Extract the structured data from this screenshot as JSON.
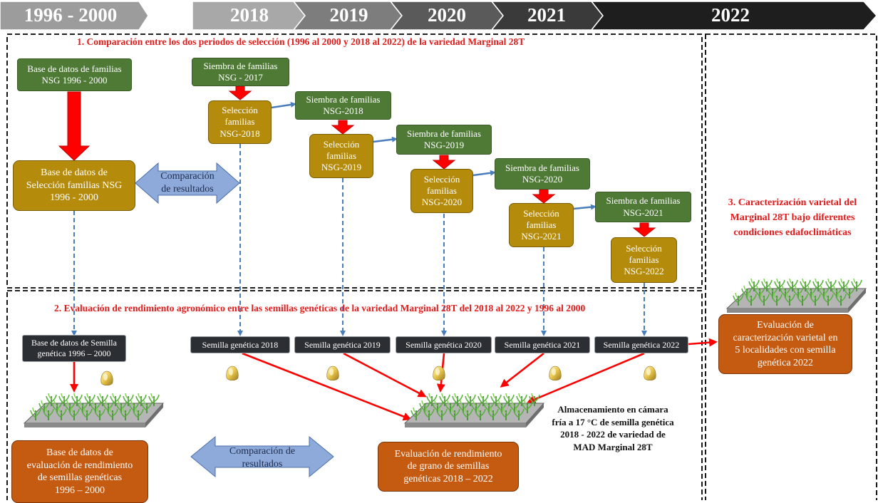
{
  "timeline": {
    "years": [
      "1996 - 2000",
      "2018",
      "2019",
      "2020",
      "2021",
      "2022"
    ]
  },
  "section1": {
    "title": "1. Comparación entre los dos periodos de selección (1996 al 2000 y 2018 al 2022) de la variedad Marginal 28T"
  },
  "section2": {
    "title": "2. Evaluación de rendimiento agronómico entre las semillas genéticas de la variedad Marginal 28T del 2018 al 2022 y 1996 al 2000"
  },
  "section3": {
    "title": "3. Caracterización varietal del\nMarginal 28T bajo diferentes\ncondiciones edafoclimáticas"
  },
  "boxes": {
    "db_families": "Base de datos de familias\nNSG 1996 - 2000",
    "db_selection": "Base de datos de\nSelección familias NSG\n1996 - 2000",
    "comparison1": "Comparación\nde resultados",
    "sow_2017": "Siembra de familias\nNSG - 2017",
    "sel_2018": "Selección\nfamilias\nNSG-2018",
    "sow_2018": "Siembra de familias\nNSG-2018",
    "sel_2019": "Selección\nfamilias\nNSG-2019",
    "sow_2019": "Siembra de familias\nNSG-2019",
    "sel_2020": "Selección\nfamilias\nNSG-2020",
    "sow_2020": "Siembra de familias\nNSG-2020",
    "sel_2021": "Selección\nfamilias\nNSG-2021",
    "sow_2021": "Siembra de familias\nNSG-2021",
    "sel_2022": "Selección\nfamilias\nNSG-2022",
    "seed_db": "Base de datos de Semilla\ngenética 1996 – 2000",
    "seed_2018": "Semilla genética 2018",
    "seed_2019": "Semilla genética 2019",
    "seed_2020": "Semilla genética 2020",
    "seed_2021": "Semilla genética 2021",
    "seed_2022": "Semilla genética 2022",
    "eval_old": "Base de datos de\nevaluación de rendimiento\nde semillas genéticas\n1996 – 2000",
    "comparison2": "Comparación de\nresultados",
    "eval_new": "Evaluación de rendimiento\nde grano de semillas\ngenéticas 2018 – 2022",
    "eval_char": "Evaluación de\ncaracterización varietal en\n5 localidades con semilla\ngenética 2022",
    "storage": "Almacenamiento en cámara\nfría a 17 °C de semilla genética\n2018 - 2022 de variedad de\nMAD Marginal 28T"
  },
  "icons": [
    "seed-icon",
    "plot-icon",
    "arrow-icon"
  ],
  "colors": {
    "sowing": "#4f7a36",
    "selection": "#b48b0b",
    "seed": "#2b2f33",
    "evaluation": "#c55a11",
    "comparison": "#8eaadb",
    "flow_red": "#ff0000",
    "link_blue": "#4a7ebb",
    "title_red": "#e31b1b"
  }
}
